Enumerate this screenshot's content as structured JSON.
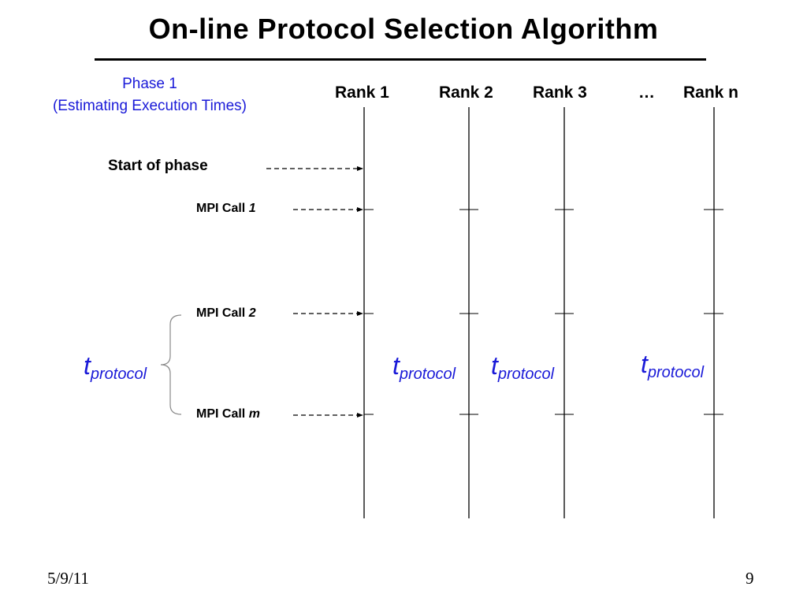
{
  "slide": {
    "title": "On-line Protocol Selection Algorithm",
    "phase": {
      "line1": "Phase 1",
      "line2": "(Estimating Execution Times)"
    },
    "ranks": [
      "Rank 1",
      "Rank 2",
      "Rank 3",
      "…",
      "Rank n"
    ],
    "start_label": "Start of phase",
    "mpi_calls": [
      {
        "prefix": "MPI Call ",
        "index": "1"
      },
      {
        "prefix": "MPI Call ",
        "index": "2"
      },
      {
        "prefix": "MPI Call ",
        "index": "m"
      }
    ],
    "t_label": {
      "t": "t",
      "sub": "protocol"
    },
    "footer": {
      "date": "5/9/11",
      "page": "9"
    },
    "colors": {
      "accent": "#1a1ad8",
      "text": "#000000",
      "background": "#ffffff"
    }
  }
}
